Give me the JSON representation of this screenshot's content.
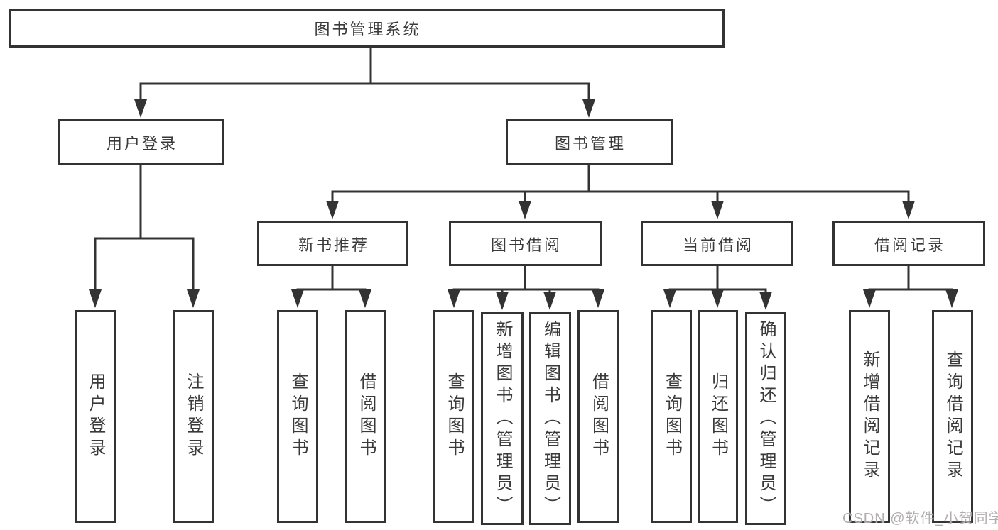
{
  "tree": {
    "label": "图书管理系统",
    "children": [
      {
        "label": "用户登录",
        "children": [
          {
            "label": "用户登录"
          },
          {
            "label": "注销登录"
          }
        ]
      },
      {
        "label": "图书管理",
        "children": [
          {
            "label": "新书推荐",
            "children": [
              {
                "label": "查询图书"
              },
              {
                "label": "借阅图书"
              }
            ]
          },
          {
            "label": "图书借阅",
            "children": [
              {
                "label": "查询图书"
              },
              {
                "label": "新增图书（管理员）"
              },
              {
                "label": "编辑图书（管理员）"
              },
              {
                "label": "借阅图书"
              }
            ]
          },
          {
            "label": "当前借阅",
            "children": [
              {
                "label": "查询图书"
              },
              {
                "label": "归还图书"
              },
              {
                "label": "确认归还（管理员）"
              }
            ]
          },
          {
            "label": "借阅记录",
            "children": [
              {
                "label": "新增借阅记录"
              },
              {
                "label": "查询借阅记录"
              }
            ]
          }
        ]
      }
    ]
  },
  "watermark": {
    "text": "CSDN @软件_小贺同学"
  },
  "colors": {
    "line": "#333333",
    "text": "#3a3a3a",
    "box_fill": "#ffffff",
    "background": "#ffffff",
    "watermark": "#b2aeae"
  }
}
